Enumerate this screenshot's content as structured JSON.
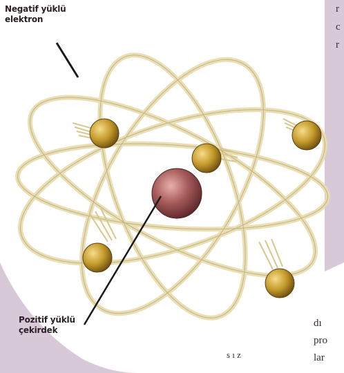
{
  "colors": {
    "background": "#d8c9d8",
    "page": "#ffffff",
    "orbit": "#e8ddb0",
    "electron": "#c49a2a",
    "nucleus": "#a55a5a",
    "label_text": "#2a1f24"
  },
  "labels": {
    "electron": {
      "line1": "Negatif yüklü",
      "line2": "elektron"
    },
    "nucleus": {
      "line1": "Pozitif yüklü",
      "line2": "çekirdek"
    }
  },
  "text_fragments": {
    "r1": "r",
    "r2": "c",
    "r3": "r",
    "b1": "dı",
    "b2": "pro",
    "b3": "lar",
    "b4": "s ı z"
  }
}
